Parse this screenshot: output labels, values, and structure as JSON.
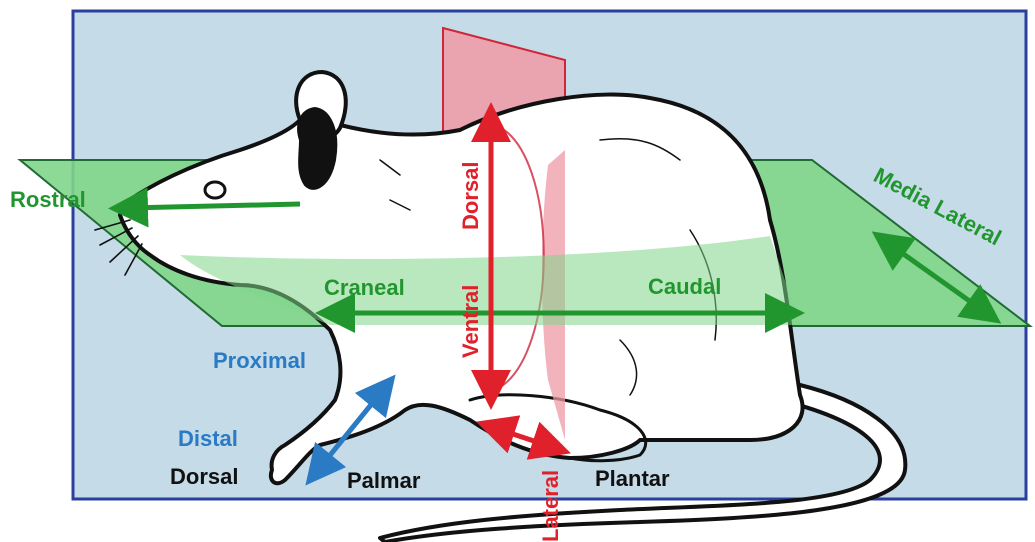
{
  "colors": {
    "background_plane": "#c5dbe8",
    "background_border": "#2b3f9e",
    "horizontal_plane": "#7fd68a",
    "horizontal_plane_edge": "#1f6b33",
    "transverse_plane": "#ef9aa6",
    "transverse_plane_edge": "#d0263a",
    "green_label": "#22962e",
    "blue_label": "#2a7ac4",
    "red_label": "#e0202a",
    "black_label": "#111111",
    "outline": "#111111"
  },
  "labels": {
    "rostral": "Rostral",
    "media_lateral": "Media Lateral",
    "craneal": "Craneal",
    "caudal": "Caudal",
    "dorsal_red": "Dorsal",
    "ventral": "Ventral",
    "proximal": "Proximal",
    "distal": "Distal",
    "dorsal_black": "Dorsal",
    "palmar": "Palmar",
    "plantar": "Plantar",
    "lateral": "Lateral"
  }
}
